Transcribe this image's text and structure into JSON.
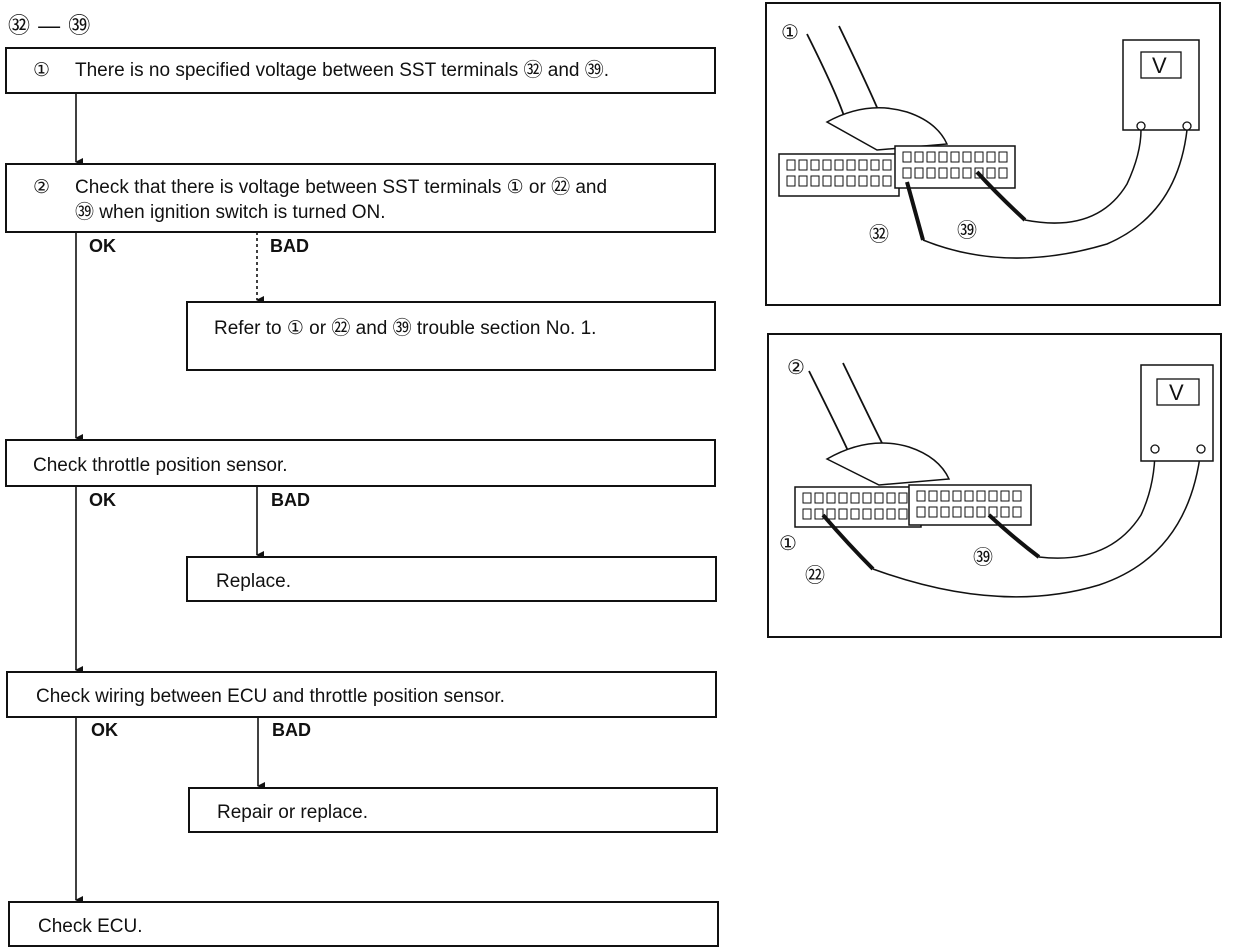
{
  "header": "㉜ — ㊴",
  "steps": [
    {
      "num": "①",
      "text": "There is no specified voltage between SST terminals ㉜ and ㊴."
    },
    {
      "num": "②",
      "text_line1": "Check that there is voltage between SST terminals ① or ㉒ and",
      "text_line2": "㊴ when ignition switch is turned ON."
    },
    {
      "text": "Refer to ① or ㉒ and ㊴ trouble section No. 1."
    },
    {
      "text": "Check throttle position sensor."
    },
    {
      "text": "Replace."
    },
    {
      "text": "Check wiring between ECU and throttle position sensor."
    },
    {
      "text": "Repair or replace."
    },
    {
      "text": "Check ECU."
    }
  ],
  "labels": {
    "ok": "OK",
    "bad": "BAD"
  },
  "figures": [
    {
      "number": "①",
      "terminal_a": "㉜",
      "terminal_b": "㊴",
      "meter": "V"
    },
    {
      "number": "②",
      "terminal_a": "①",
      "terminal_b": "㉒",
      "terminal_c": "㊴",
      "meter": "V"
    }
  ]
}
